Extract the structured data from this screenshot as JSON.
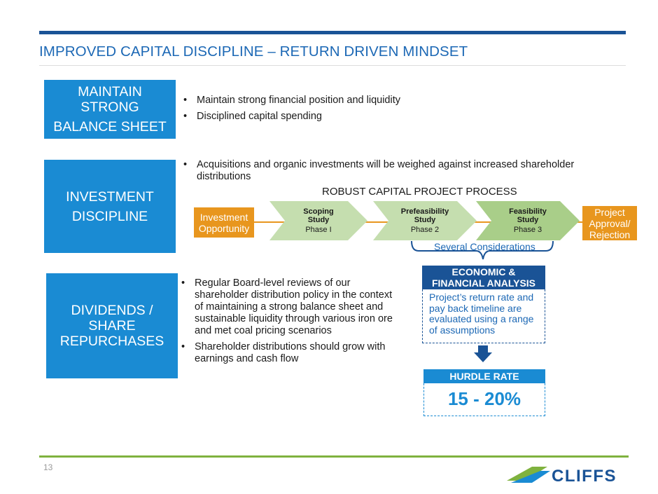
{
  "header": {
    "title": "IMPROVED CAPITAL DISCIPLINE – RETURN DRIVEN MINDSET"
  },
  "sections": {
    "balance": {
      "lines": [
        "MAINTAIN",
        "STRONG",
        "BALANCE SHEET"
      ],
      "bullets": [
        "Maintain strong financial position and liquidity",
        "Disciplined capital spending"
      ]
    },
    "investment": {
      "lines": [
        "INVESTMENT",
        "DISCIPLINE"
      ],
      "bullets": [
        "Acquisitions and organic investments will be weighed against increased shareholder distributions"
      ]
    },
    "dividends": {
      "lines": [
        "DIVIDENDS /",
        "SHARE",
        "REPURCHASES"
      ],
      "bullets": [
        "Regular Board-level reviews of our shareholder distribution policy in the context of maintaining a strong balance sheet and sustainable liquidity through various iron ore and met coal pricing scenarios",
        "Shareholder distributions should grow with earnings and cash flow"
      ]
    }
  },
  "process": {
    "title": "ROBUST CAPITAL PROJECT PROCESS",
    "start": [
      "Investment",
      "Opportunity"
    ],
    "stages": [
      {
        "name_lines": [
          "Scoping",
          "Study"
        ],
        "phase": "Phase I"
      },
      {
        "name_lines": [
          "Prefeasibility",
          "Study"
        ],
        "phase": "Phase 2"
      },
      {
        "name_lines": [
          "Feasibility",
          "Study"
        ],
        "phase": "Phase 3"
      }
    ],
    "end": [
      "Project",
      "Approval/",
      "Rejection"
    ],
    "considerations": "Several Considerations"
  },
  "economic": {
    "heading_lines": [
      "ECONOMIC &",
      "FINANCIAL ANALYSIS"
    ],
    "body": "Project’s return rate and pay back timeline are evaluated using a range of assumptions"
  },
  "hurdle": {
    "heading": "HURDLE RATE",
    "value": "15 - 20%"
  },
  "footer": {
    "page_number": "13",
    "logo_text": "CLIFFS"
  },
  "colors": {
    "navy": "#1a5396",
    "blue": "#1a8bd3",
    "orange": "#e8961e",
    "green": "#7fb23e",
    "chevron_green": "#c5deaf"
  }
}
